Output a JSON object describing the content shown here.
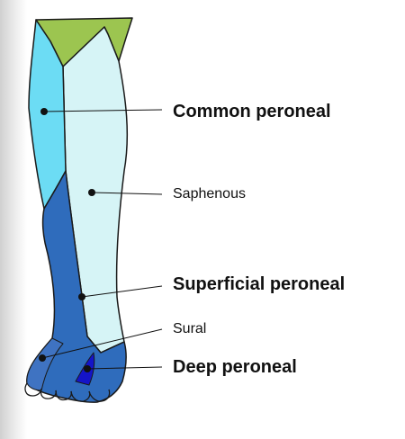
{
  "colors": {
    "top_region": "#9cc550",
    "common_peroneal": "#6cdcf4",
    "saphenous": "#d6f4f6",
    "superficial_peroneal": "#2f6cbc",
    "sural": "#3f73c2",
    "deep_peroneal": "#1414c8",
    "outline": "#1a1a1a"
  },
  "labels": {
    "common_peroneal": "Common peroneal",
    "saphenous": "Saphenous",
    "superficial_peroneal": "Superficial peroneal",
    "sural": "Sural",
    "deep_peroneal": "Deep peroneal"
  }
}
